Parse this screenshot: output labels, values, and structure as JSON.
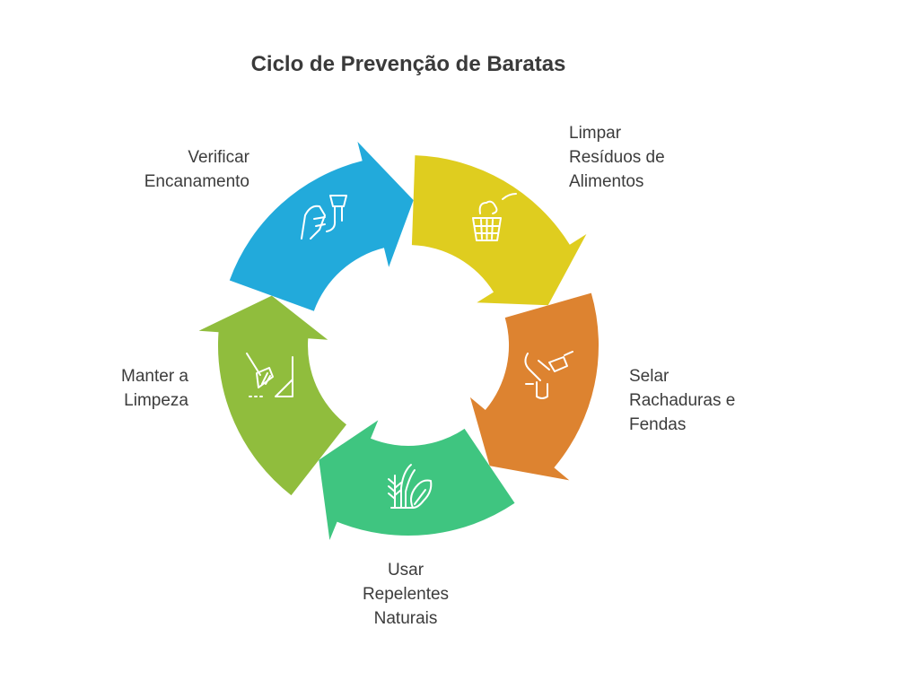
{
  "title": "Ciclo de Prevenção de Baratas",
  "steps": [
    {
      "label": "Limpar\nResíduos de\nAlimentos",
      "color": "#dfcd1f",
      "icon": "trash-basket-icon"
    },
    {
      "label": "Selar\nRachaduras e\nFendas",
      "color": "#dd8330",
      "icon": "caulk-gun-icon"
    },
    {
      "label": "Usar\nRepelentes\nNaturais",
      "color": "#3fc580",
      "icon": "herb-leaf-icon"
    },
    {
      "label": "Manter a\nLimpeza",
      "color": "#90bd3d",
      "icon": "broom-icon"
    },
    {
      "label": "Verificar\nEncanamento",
      "color": "#22aadb",
      "icon": "plumbing-pipe-icon"
    }
  ]
}
